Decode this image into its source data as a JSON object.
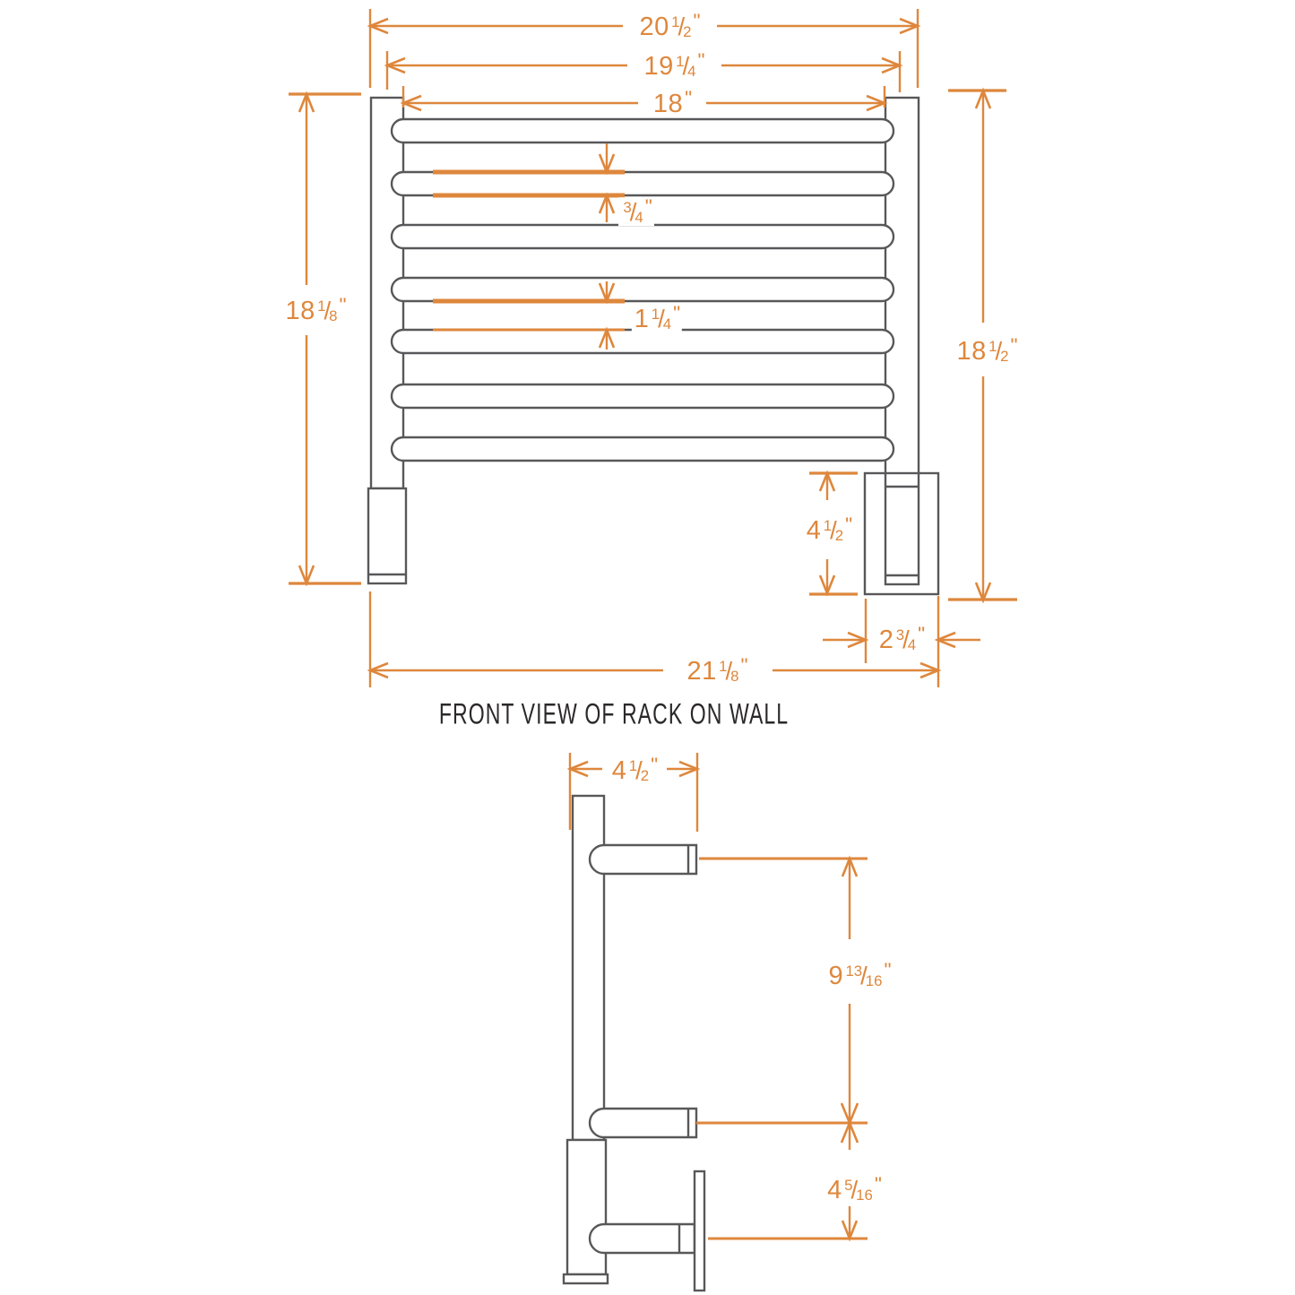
{
  "colors": {
    "dimension_accent": "#DE873C",
    "drawing_lines": "#58585A",
    "caption_text": "#2B2829",
    "background": "#FFFFFF"
  },
  "front_view": {
    "caption": "FRONT VIEW OF RACK ON WALL",
    "dimensions": {
      "overall_width": {
        "whole": "20",
        "num": "1",
        "den": "2"
      },
      "mounting_center_width": {
        "whole": "19",
        "num": "1",
        "den": "4"
      },
      "bar_length": {
        "whole": "18"
      },
      "left_height": {
        "whole": "18",
        "num": "1",
        "den": "8"
      },
      "right_height": {
        "whole": "18",
        "num": "1",
        "den": "2"
      },
      "bar_diameter": {
        "num": "3",
        "den": "4"
      },
      "bar_gap": {
        "whole": "1",
        "num": "1",
        "den": "4"
      },
      "bracket_height": {
        "whole": "4",
        "num": "1",
        "den": "2"
      },
      "bracket_depth": {
        "whole": "2",
        "num": "3",
        "den": "4"
      },
      "total_width": {
        "whole": "21",
        "num": "1",
        "den": "8"
      }
    }
  },
  "side_view": {
    "dimensions": {
      "rack_depth": {
        "whole": "4",
        "num": "1",
        "den": "2"
      },
      "bar_spacing": {
        "whole": "9",
        "num": "13",
        "den": "16"
      },
      "bottom_bar_height": {
        "whole": "4",
        "num": "5",
        "den": "16"
      }
    }
  }
}
